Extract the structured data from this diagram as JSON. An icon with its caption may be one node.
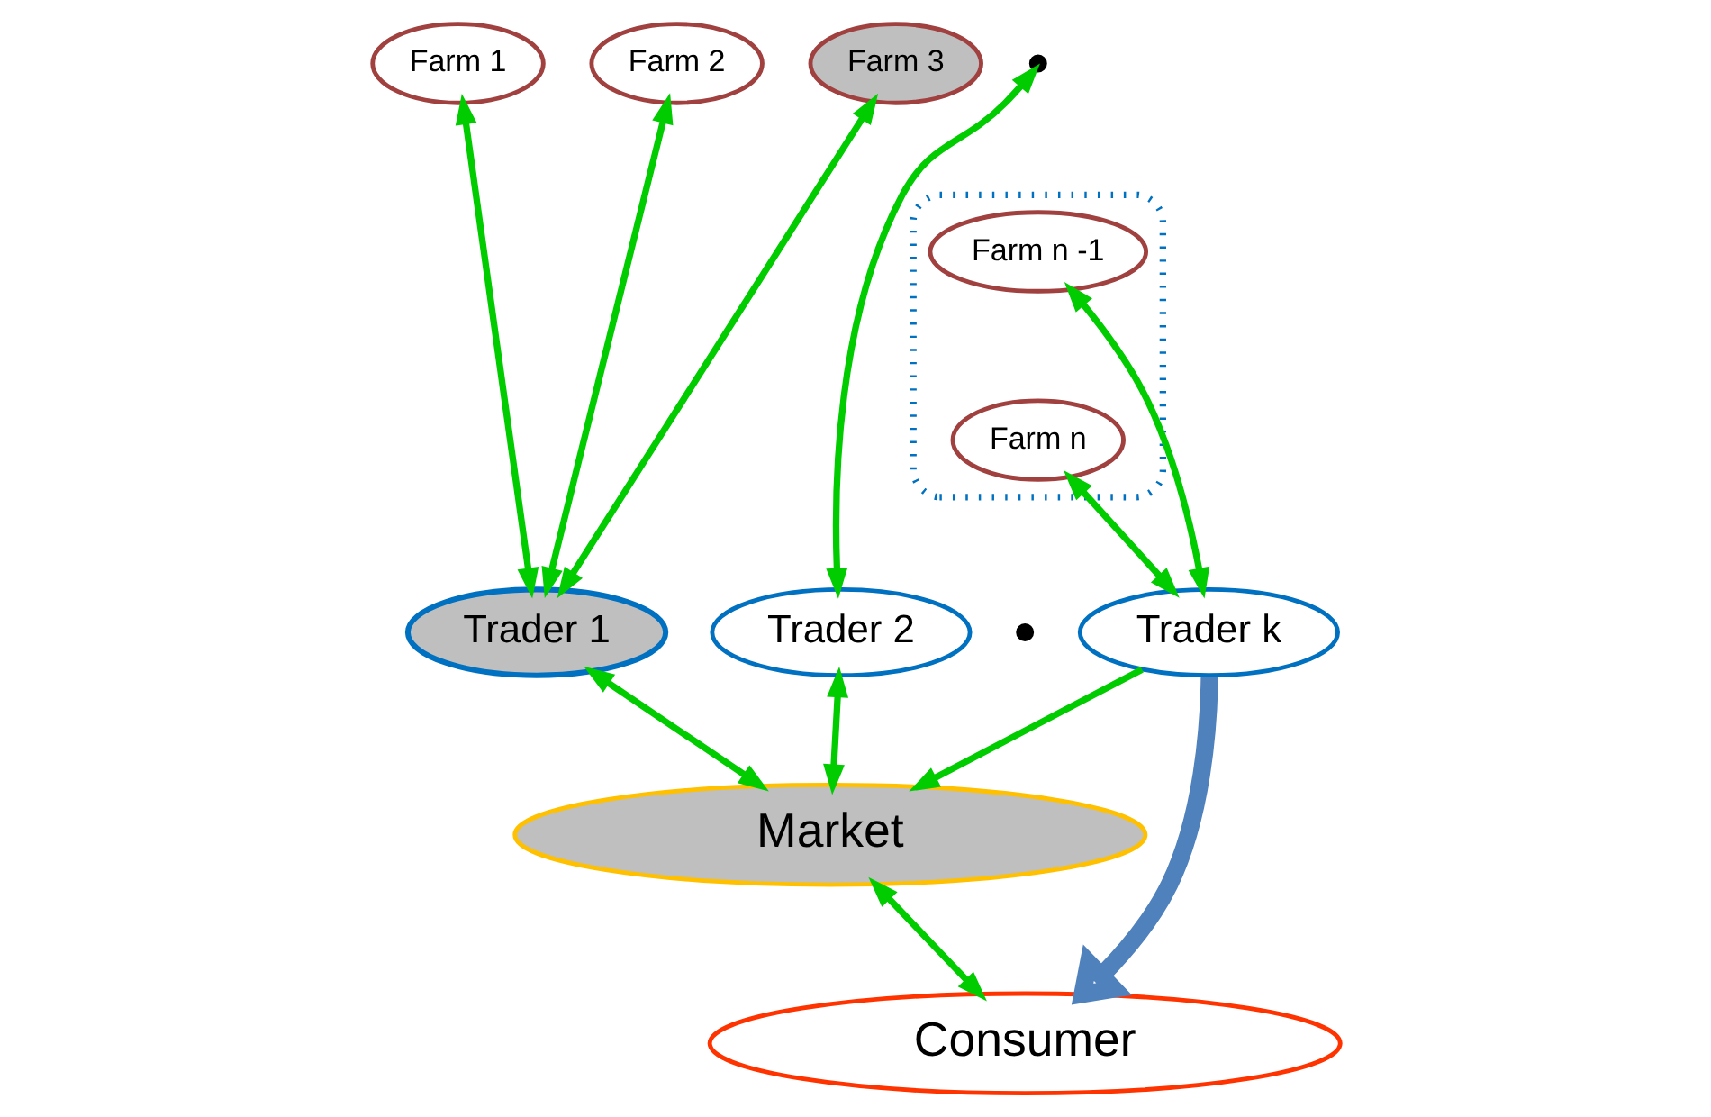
{
  "diagram": {
    "nodes": [
      {
        "text": [
          "Farm 1"
        ]
      },
      {
        "text": [
          "Farm 2"
        ]
      },
      {
        "text": [
          "Farm 3"
        ]
      },
      {
        "text": [],
        "shape": "dots"
      },
      {
        "text": [],
        "shape": "ellipse"
      },
      {
        "text": [
          "Farm n -1"
        ],
        "in": 4
      },
      {
        "text": [
          "Farm n"
        ],
        "in": 4
      },
      {
        "text": [
          "Trader 1"
        ]
      },
      {
        "text": [
          "Trader 2"
        ]
      },
      {
        "text": [],
        "shape": "dots"
      },
      {
        "text": [
          "Trader k"
        ]
      },
      {
        "text": [
          "Market"
        ]
      },
      {
        "text": [
          "Consumer"
        ]
      }
    ],
    "edges": [
      {
        "from": 0,
        "to": 7,
        "arrow": "both"
      },
      {
        "from": 1,
        "to": 7,
        "arrow": "both"
      },
      {
        "from": 2,
        "to": 7,
        "arrow": "both"
      },
      {
        "from": 3,
        "to": 8,
        "arrow": "both"
      },
      {
        "from": 5,
        "to": 10,
        "arrow": "both"
      },
      {
        "from": 6,
        "to": 10,
        "arrow": "both"
      },
      {
        "from": 7,
        "to": 11,
        "arrow": "both"
      },
      {
        "from": 8,
        "to": 11,
        "arrow": "both"
      },
      {
        "from": 10,
        "to": 11,
        "arrow": "to"
      },
      {
        "from": 11,
        "to": 12,
        "arrow": "both"
      },
      {
        "from": 10,
        "to": 12,
        "arrow": "to",
        "style": "thick",
        "color": "#4f81bd"
      }
    ]
  }
}
